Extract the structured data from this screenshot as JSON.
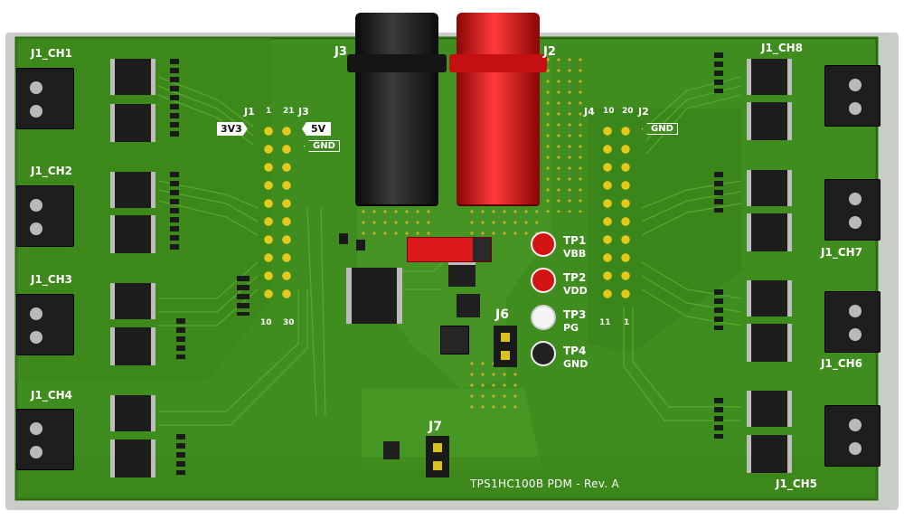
{
  "board": {
    "title": "TPS1HC100B PDM - Rev. A",
    "colors": {
      "pcb": "#3d8a1e",
      "pcb_dark": "#2c6b12",
      "copper_pad": "#e3c81a",
      "connector": "#202020",
      "red_jack": "#d41414",
      "frame": "#c8ccc8"
    }
  },
  "channels_left": [
    {
      "label": "J1_CH1"
    },
    {
      "label": "J1_CH2"
    },
    {
      "label": "J1_CH3"
    },
    {
      "label": "J1_CH4"
    }
  ],
  "channels_right": [
    {
      "label": "J1_CH8"
    },
    {
      "label": "J1_CH7"
    },
    {
      "label": "J1_CH6"
    },
    {
      "label": "J1_CH5"
    }
  ],
  "jacks": {
    "j3": "J3",
    "j2_power": "J2"
  },
  "header_left": {
    "ref_j1": "J1",
    "ref_j3": "J3",
    "pin1": "1",
    "pin21": "21",
    "pin10": "10",
    "pin30": "30",
    "tag_3v3": "3V3",
    "tag_5v": "5V",
    "tag_gnd": "GND"
  },
  "header_right": {
    "ref_j4": "J4",
    "ref_j2": "J2",
    "pin10": "10",
    "pin20": "20",
    "pin11": "11",
    "pin1": "1",
    "tag_gnd": "GND"
  },
  "test_points": [
    {
      "ref": "TP1",
      "net": "VBB",
      "color": "#d41414"
    },
    {
      "ref": "TP2",
      "net": "VDD",
      "color": "#d41414"
    },
    {
      "ref": "TP3",
      "net": "PG",
      "color": "#f0f0f0"
    },
    {
      "ref": "TP4",
      "net": "GND",
      "color": "#222222"
    }
  ],
  "jumpers": {
    "j6": "J6",
    "j7": "J7"
  }
}
